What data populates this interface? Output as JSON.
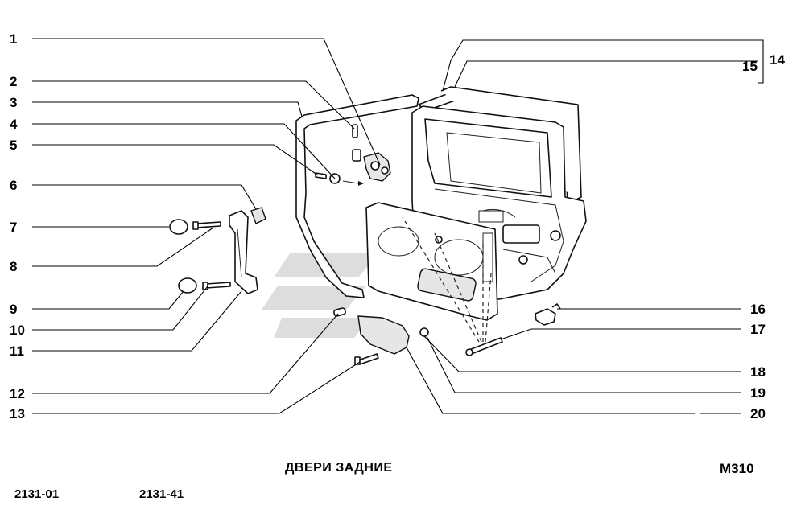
{
  "drawing": {
    "title": "ДВЕРИ ЗАДНИЕ",
    "code": "М310",
    "models": [
      "2131-01",
      "2131-41"
    ]
  },
  "callouts": {
    "left": [
      "1",
      "2",
      "3",
      "4",
      "5",
      "6",
      "7",
      "8",
      "9",
      "10",
      "11",
      "12",
      "13"
    ],
    "right": [
      "14",
      "15",
      "16",
      "17",
      "18",
      "19",
      "20"
    ]
  }
}
